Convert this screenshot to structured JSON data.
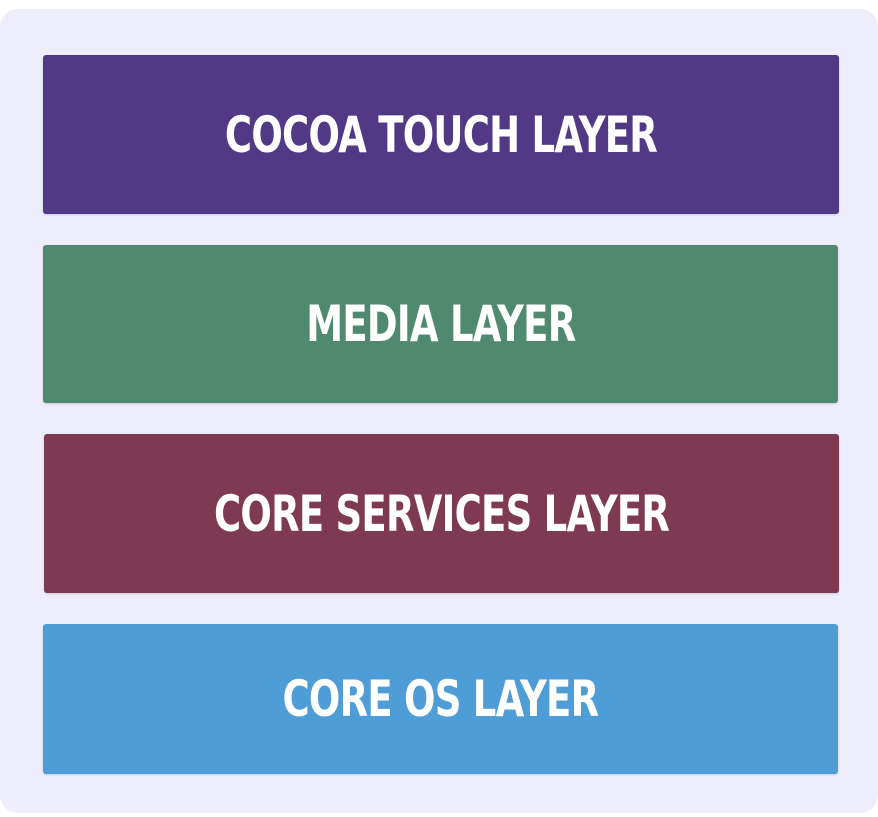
{
  "layers": [
    {
      "label": "COCOA TOUCH LAYER",
      "color": "#513985"
    },
    {
      "label": "MEDIA LAYER",
      "color": "#4f8a70"
    },
    {
      "label": "CORE SERVICES LAYER",
      "color": "#7e3a53"
    },
    {
      "label": "CORE OS LAYER",
      "color": "#4f9dd6"
    }
  ]
}
